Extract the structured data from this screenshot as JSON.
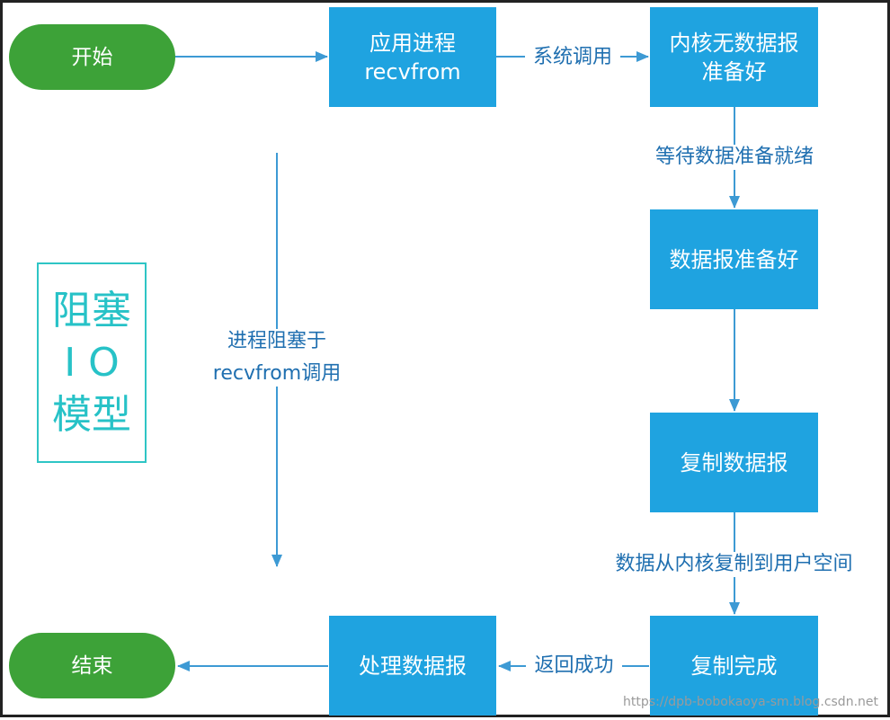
{
  "nodes": {
    "start": "开始",
    "app_process": [
      "应用进程",
      "recvfrom"
    ],
    "kernel_no_data": [
      "内核无数据报",
      "准备好"
    ],
    "data_ready": "数据报准备好",
    "copy_datagram": "复制数据报",
    "copy_done": "复制完成",
    "process_datagram": "处理数据报",
    "end": "结束"
  },
  "edges": {
    "syscall": "系统调用",
    "wait_ready": "等待数据准备就绪",
    "copy_kernel_to_user": "数据从内核复制到用户空间",
    "return_success": "返回成功",
    "process_blocked": [
      "进程阻塞于",
      "recvfrom调用"
    ]
  },
  "title": [
    "阻塞",
    "I O",
    "模型"
  ],
  "watermark": "https://dpb-bobokaoya-sm.blog.csdn.net",
  "colors": {
    "box": "#1fa3e0",
    "terminal": "#3da238",
    "arrow": "#3d9ad4",
    "label": "#1f6fb0",
    "title": "#27c2c7"
  }
}
